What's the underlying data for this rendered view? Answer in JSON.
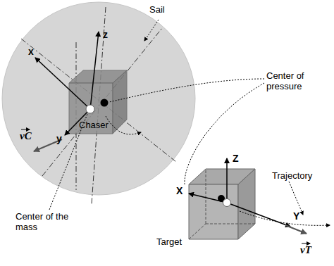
{
  "diagram": {
    "labels": [
      "Sail",
      "Center of pressure",
      "x",
      "z",
      "y",
      "Chaser",
      "Center of the mass",
      "Target",
      "X",
      "Z",
      "Y",
      "Trajectory",
      "vC",
      "vT"
    ]
  }
}
